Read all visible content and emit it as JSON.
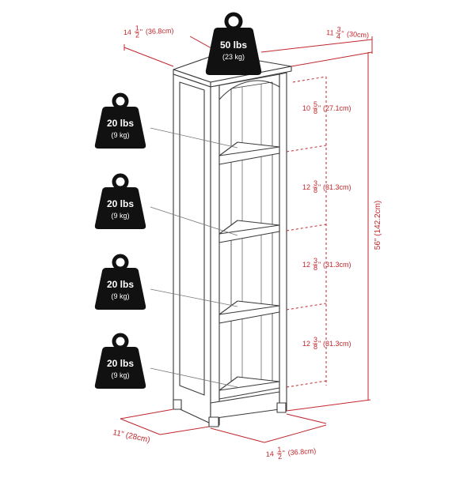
{
  "top_load": {
    "lbs": "50 lbs",
    "kg": "(23 kg)"
  },
  "shelf_loads": [
    {
      "lbs": "20 lbs",
      "kg": "(9 kg)"
    },
    {
      "lbs": "20 lbs",
      "kg": "(9 kg)"
    },
    {
      "lbs": "20 lbs",
      "kg": "(9 kg)"
    },
    {
      "lbs": "20 lbs",
      "kg": "(9 kg)"
    }
  ],
  "dimensions": {
    "top_width": {
      "whole": "14",
      "num": "1",
      "den": "2",
      "unit": "\"",
      "metric": "(36.8cm)"
    },
    "top_depth": {
      "whole": "11",
      "num": "3",
      "den": "4",
      "unit": "\"",
      "metric": "(30cm)"
    },
    "height": "56\" (142.2cm)",
    "bottom_depth": "11\" (28cm)",
    "bottom_width": {
      "whole": "14",
      "num": "1",
      "den": "2",
      "unit": "\"",
      "metric": "(36.8cm)"
    },
    "shelf_gaps": [
      {
        "whole": "10",
        "num": "5",
        "den": "8",
        "unit": "\"",
        "metric": "(27.1cm)"
      },
      {
        "whole": "12",
        "num": "3",
        "den": "8",
        "unit": "\"",
        "metric": "(31.3cm)"
      },
      {
        "whole": "12",
        "num": "3",
        "den": "8",
        "unit": "\"",
        "metric": "(31.3cm)"
      },
      {
        "whole": "12",
        "num": "3",
        "den": "8",
        "unit": "\"",
        "metric": "(31.3cm)"
      }
    ]
  },
  "colors": {
    "dimension_red": "#c0272d",
    "weight_black": "#111111",
    "line_gray": "#555555"
  }
}
